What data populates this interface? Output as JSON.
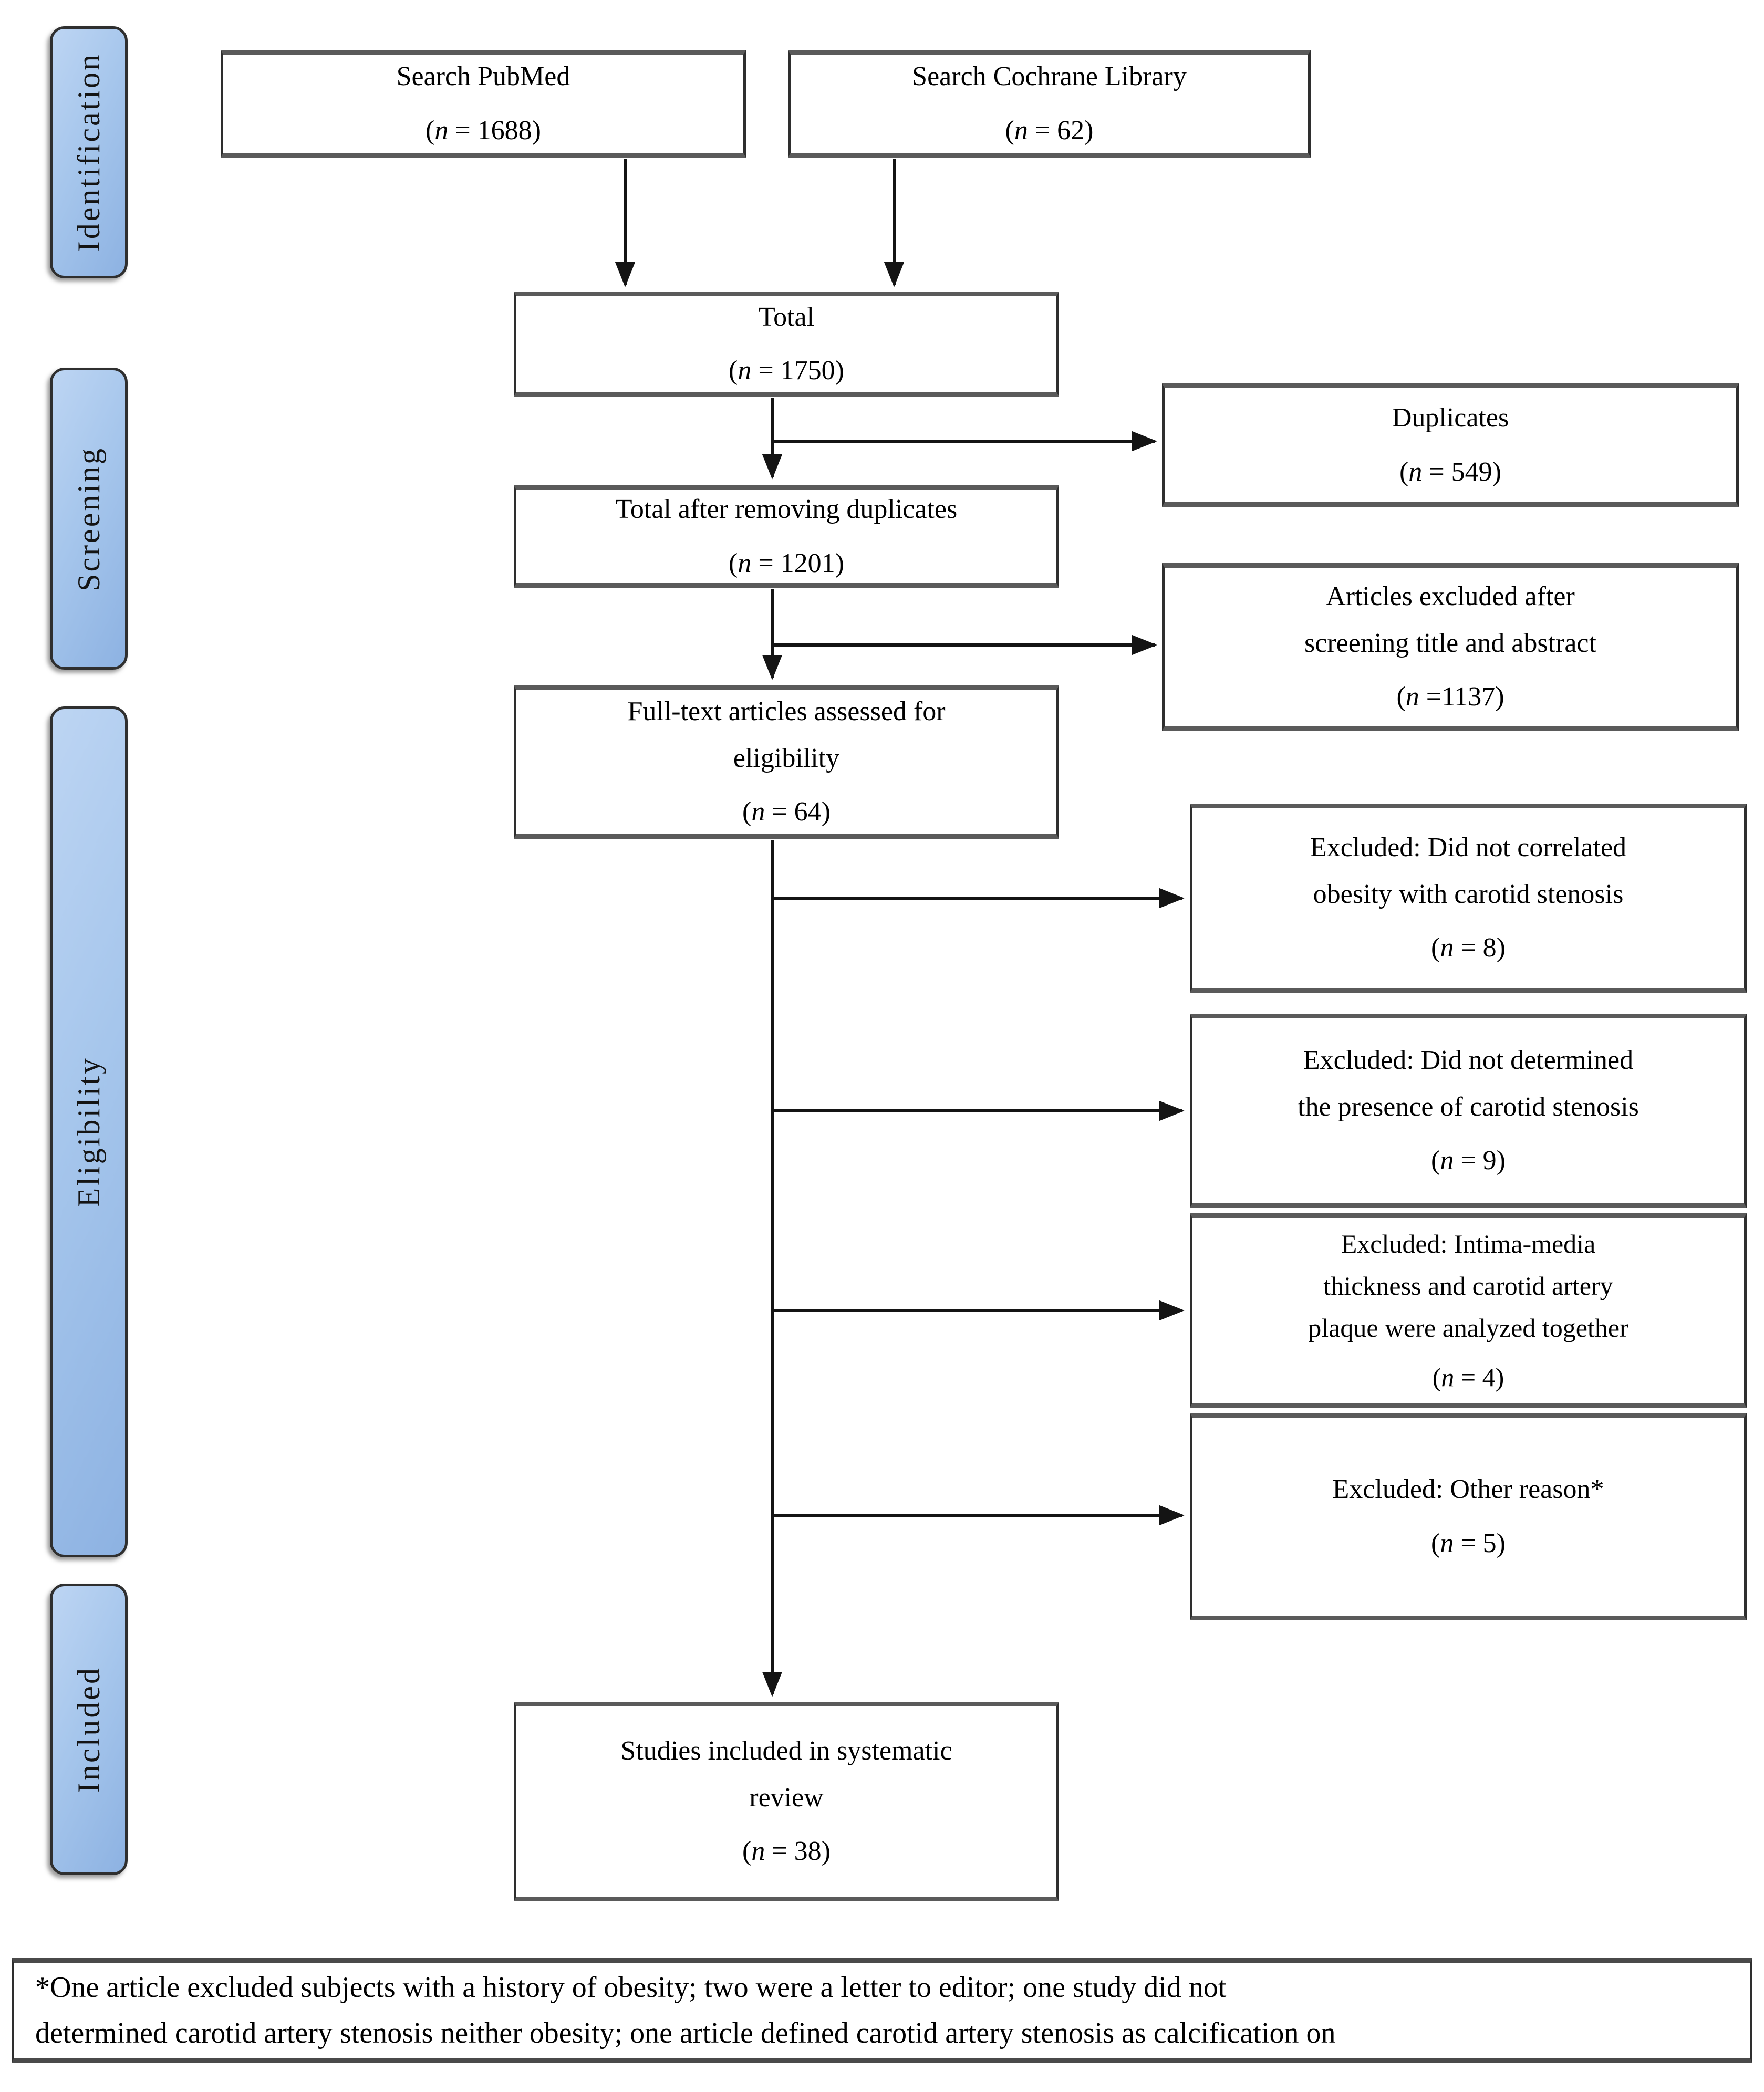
{
  "diagram": {
    "stages": [
      {
        "label": "Identification"
      },
      {
        "label": "Screening"
      },
      {
        "label": "Eligibility"
      },
      {
        "label": "Included"
      }
    ],
    "boxes": {
      "pubmed": {
        "label": "Search PubMed",
        "count": "(n = 1688)"
      },
      "cochrane": {
        "label": "Search Cochrane Library",
        "count": "(n = 62)"
      },
      "total": {
        "label": "Total",
        "count": "(n = 1750)"
      },
      "duplicates": {
        "label": "Duplicates",
        "count": "(n = 549)"
      },
      "total_after": {
        "label": "Total after removing duplicates",
        "count": "(n = 1201)"
      },
      "screen_excluded": {
        "label": "Articles excluded after\nscreening title and abstract",
        "count": "(n =1137)"
      },
      "fulltext": {
        "label": "Full-text articles assessed for\neligibility",
        "count": "(n = 64)"
      },
      "excluded_correlation": {
        "label": "Excluded: Did not correlated\nobesity with carotid stenosis",
        "count": "(n = 8)"
      },
      "excluded_presence": {
        "label": "Excluded: Did not determined\nthe presence of carotid stenosis",
        "count": "(n = 9)"
      },
      "excluded_imt": {
        "label": "Excluded: Intima-media\nthickness and carotid artery\nplaque were analyzed together",
        "count": "(n = 4)"
      },
      "excluded_other": {
        "label": "Excluded: Other reason*",
        "count": "(n = 5)"
      },
      "included_studies": {
        "label": "Studies included in systematic\nreview",
        "count": "(n = 38)"
      }
    },
    "footnote": "*One article excluded subjects with a history of obesity; two were a letter to editor; one study did not\ndetermined carotid artery stenosis neither obesity; one article defined carotid artery stenosis as calcification on",
    "colors": {
      "stage_fill_light": "#bdd5f3",
      "stage_fill_dark": "#8db2e2",
      "box_border": "#2e2e2e",
      "arrow": "#141414"
    }
  }
}
